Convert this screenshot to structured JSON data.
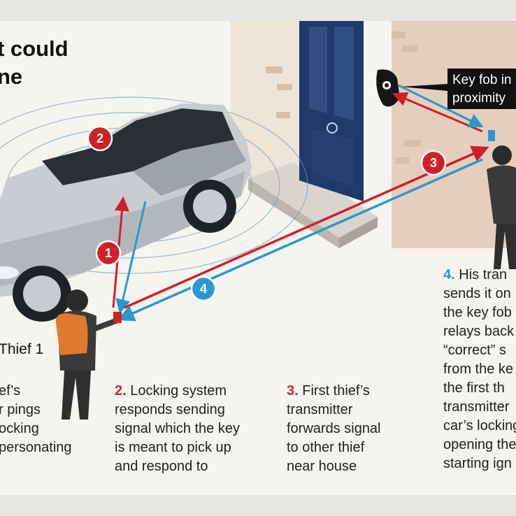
{
  "title": {
    "line1": "t could",
    "line2": "ne"
  },
  "callout": {
    "line1": "Key fob in",
    "line2": "proximity"
  },
  "thief_label": "Thief 1",
  "badges": {
    "b1": "1",
    "b2": "2",
    "b3": "3",
    "b4": "4"
  },
  "steps": {
    "s1": {
      "lines": [
        "ef’s",
        "r pings",
        "ocking",
        "personating"
      ]
    },
    "s2": {
      "num": "2.",
      "first": "Locking system",
      "rest": [
        "responds sending",
        "signal which the key",
        "is meant to pick up",
        "and respond to"
      ]
    },
    "s3": {
      "num": "3.",
      "first": "First thief’s",
      "rest": [
        "transmitter",
        "forwards signal",
        "to other thief",
        "near house"
      ]
    },
    "s4": {
      "num": "4.",
      "first": "His tran",
      "rest": [
        "sends it on",
        "the key fob",
        "relays back",
        "“correct” s",
        "from the ke",
        "the first th",
        "transmitter",
        "car’s locking",
        "opening the",
        "starting ign"
      ]
    }
  },
  "colors": {
    "red": "#cf2027",
    "blue": "#2a98d0",
    "background": "#f6f4ee",
    "door": "#1d3a6b"
  }
}
